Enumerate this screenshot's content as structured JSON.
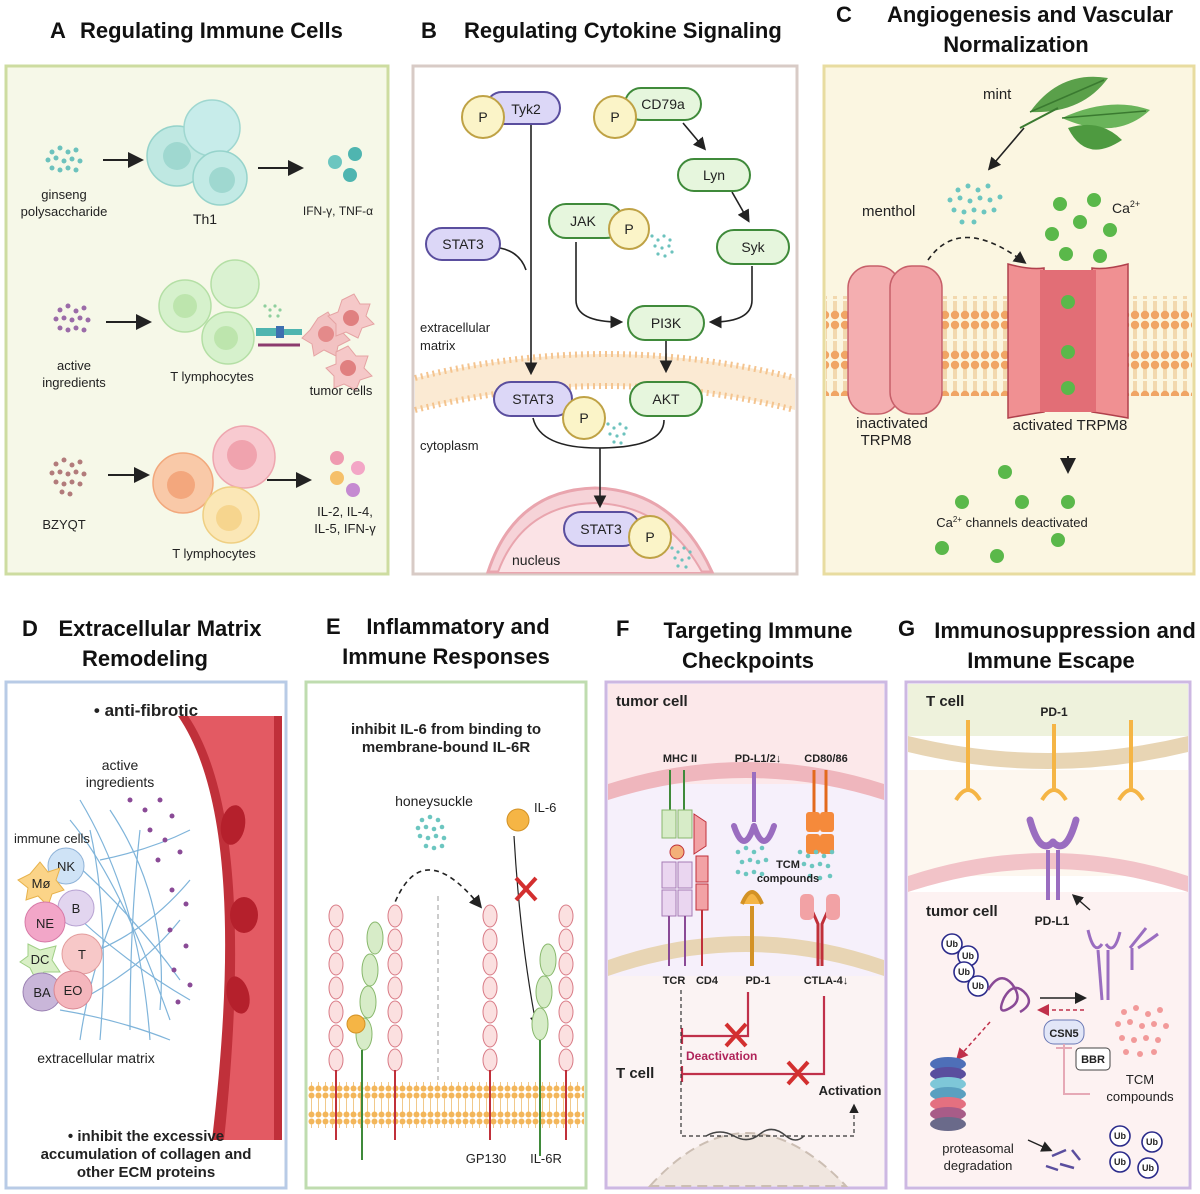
{
  "panels": {
    "A": {
      "letter": "A",
      "title": "Regulating Immune Cells",
      "row1": {
        "source": [
          "ginseng",
          "polysaccharide"
        ],
        "cell": "Th1",
        "output": "IFN-γ, TNF-α"
      },
      "row2": {
        "source": [
          "active",
          "ingredients"
        ],
        "cell": "T lymphocytes",
        "target": "tumor cells"
      },
      "row3": {
        "source": "BZYQT",
        "cell": "T lymphocytes",
        "output": [
          "IL-2, IL-4,",
          "IL-5, IFN-γ"
        ]
      }
    },
    "B": {
      "letter": "B",
      "title": "Regulating Cytokine Signaling",
      "nodes": {
        "tyk2": "Tyk2",
        "cd79a": "CD79a",
        "lyn": "Lyn",
        "jak": "JAK",
        "syk": "Syk",
        "stat3_top": "STAT3",
        "pi3k": "PI3K",
        "stat3_mid": "STAT3",
        "akt": "AKT",
        "stat3_nuc": "STAT3"
      },
      "phospho": "P",
      "labels": {
        "ecm": [
          "extracellular",
          "matrix"
        ],
        "cytoplasm": "cytoplasm",
        "nucleus": "nucleus"
      }
    },
    "C": {
      "letter": "C",
      "title": [
        "Angiogenesis and Vascular",
        "Normalization"
      ],
      "labels": {
        "mint": "mint",
        "menthol": "menthol",
        "ca": "Ca",
        "ca_sup": "2+",
        "inactive": [
          "inactivated",
          "TRPM8"
        ],
        "active": "activated TRPM8",
        "deactivated_ca": "Ca",
        "deactivated_sup": "2+",
        "deactivated": " channels deactivated"
      }
    },
    "D": {
      "letter": "D",
      "title": [
        "Extracellular Matrix",
        "Remodeling"
      ],
      "bullet1": "• anti-fibrotic",
      "labels": {
        "active": [
          "active",
          "ingredients"
        ],
        "immune": "immune cells",
        "ecm": "extracellular matrix"
      },
      "cells": [
        "NK",
        "Mø",
        "B",
        "NE",
        "T",
        "DC",
        "BA",
        "EO"
      ],
      "bullet2": [
        "• inhibit the excessive",
        "accumulation of collagen and",
        "other ECM proteins"
      ]
    },
    "E": {
      "letter": "E",
      "title": [
        "Inflammatory and",
        "Immune Responses"
      ],
      "note": [
        "inhibit IL-6 from binding to",
        "membrane-bound IL-6R"
      ],
      "labels": {
        "honeysuckle": "honeysuckle",
        "il6": "IL-6",
        "gp130": "GP130",
        "il6r": "IL-6R"
      }
    },
    "F": {
      "letter": "F",
      "title": [
        "Targeting Immune",
        "Checkpoints"
      ],
      "labels": {
        "tumor": "tumor cell",
        "mhc": "MHC II",
        "pdl": "PD-L1/2↓",
        "cd80": "CD80/86",
        "tcm": [
          "TCM",
          "compounds"
        ],
        "tcr": "TCR",
        "cd4": "CD4",
        "pd1": "PD-1",
        "ctla4": "CTLA-4↓",
        "deactivation": "Deactivation",
        "tcell": "T cell",
        "activation": "Activation"
      }
    },
    "G": {
      "letter": "G",
      "title": [
        "Immunosuppression and",
        "Immune Escape"
      ],
      "labels": {
        "tcell": "T cell",
        "pd1": "PD-1",
        "tumor": "tumor cell",
        "pdl1": "PD-L1",
        "csn5": "CSN5",
        "bbr": "BBR",
        "tcm": [
          "TCM",
          "compounds"
        ],
        "proteasomal": [
          "proteasomal",
          "degradation"
        ],
        "ub": "Ub"
      }
    }
  },
  "colors": {
    "panel_a_bg": "#f6f8e8",
    "panel_b_bg": "#ffffff",
    "panel_c_bg": "#fbf6e1",
    "membrane_orange": "#f0a565",
    "trpm8": "#f2a0a3",
    "stat_purple": "#dcd7f7",
    "node_green": "#e6f6dd",
    "phos_yellow": "#fbf4c8"
  }
}
